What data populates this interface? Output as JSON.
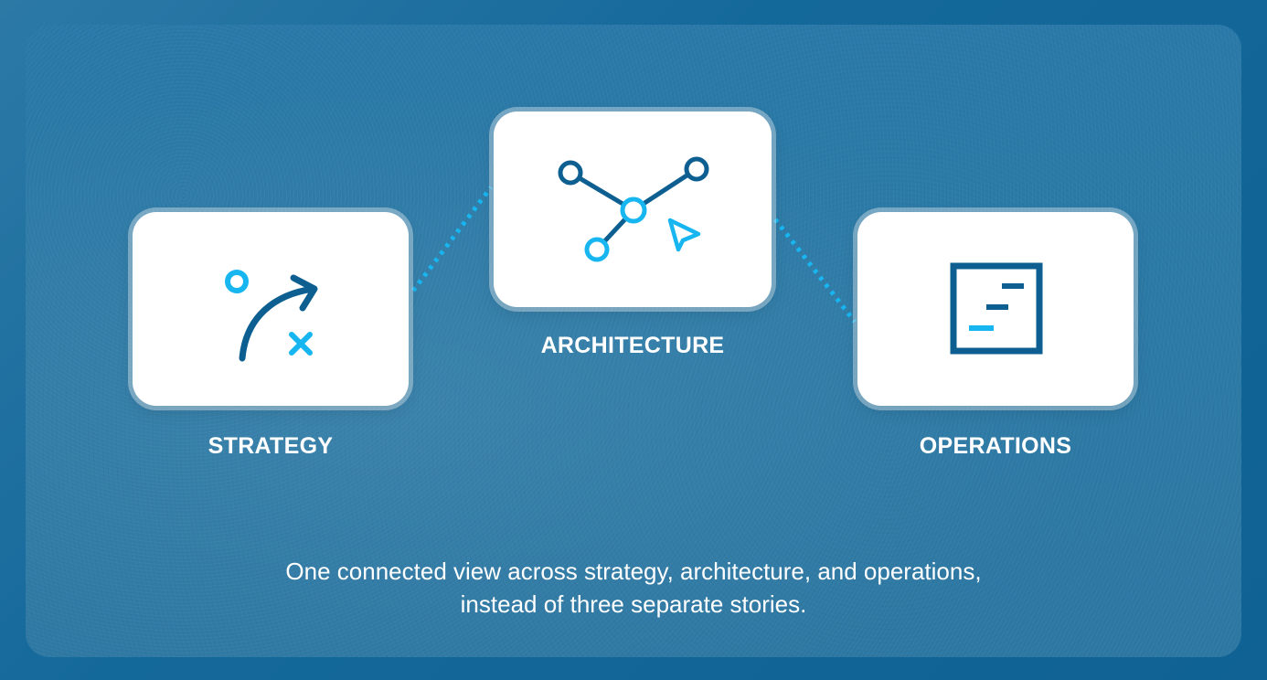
{
  "diagram": {
    "nodes": [
      {
        "id": "strategy",
        "label": "STRATEGY",
        "icon": "strategy-play-icon"
      },
      {
        "id": "architecture",
        "label": "ARCHITECTURE",
        "icon": "network-nodes-icon"
      },
      {
        "id": "operations",
        "label": "OPERATIONS",
        "icon": "document-list-icon"
      }
    ],
    "edges": [
      {
        "from": "strategy",
        "to": "architecture",
        "style": "dotted"
      },
      {
        "from": "architecture",
        "to": "operations",
        "style": "dotted"
      }
    ]
  },
  "caption": {
    "line1": "One connected view across strategy, architecture, and operations,",
    "line2": "instead of three separate stories."
  },
  "colors": {
    "background": "#2a79a8",
    "card": "#ffffff",
    "dark_blue": "#0e5f91",
    "accent_cyan": "#18b6f0",
    "text": "#ffffff"
  }
}
